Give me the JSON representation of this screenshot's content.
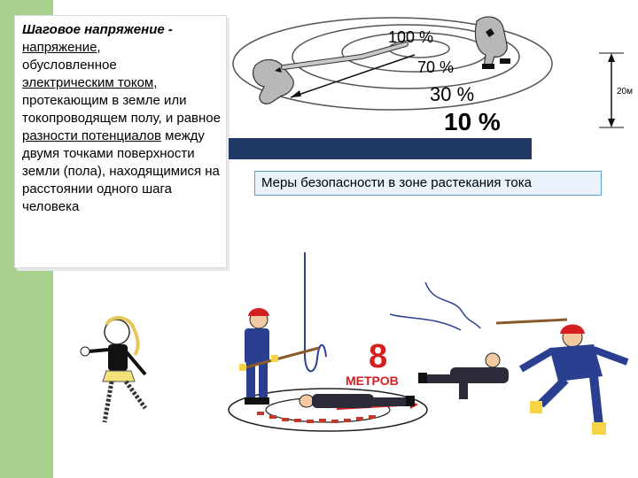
{
  "definition": {
    "term": "Шаговое напряжение",
    "dash": " -",
    "link1": "напряжение,",
    "line2": "обусловленное",
    "link2": "электрическим током,",
    "rest1": "протекающим в земле или токопроводящем полу, и равное",
    "link3": "разности потенциалов",
    "rest2": "между двумя точками поверхности земли (пола), находящимися на расстоянии одного шага человека"
  },
  "diagram": {
    "label_100": "100 %",
    "label_70": "70 %",
    "label_30": "30 %",
    "label_10": "10 %",
    "distance": "20м"
  },
  "safety_title": "Меры безопасности в зоне растекания тока",
  "scene": {
    "number": "8",
    "word": "МЕТРОВ"
  },
  "colors": {
    "green": "#a9d18e",
    "navy": "#1f3864",
    "red": "#d42020",
    "blue": "#2a3f8f"
  }
}
